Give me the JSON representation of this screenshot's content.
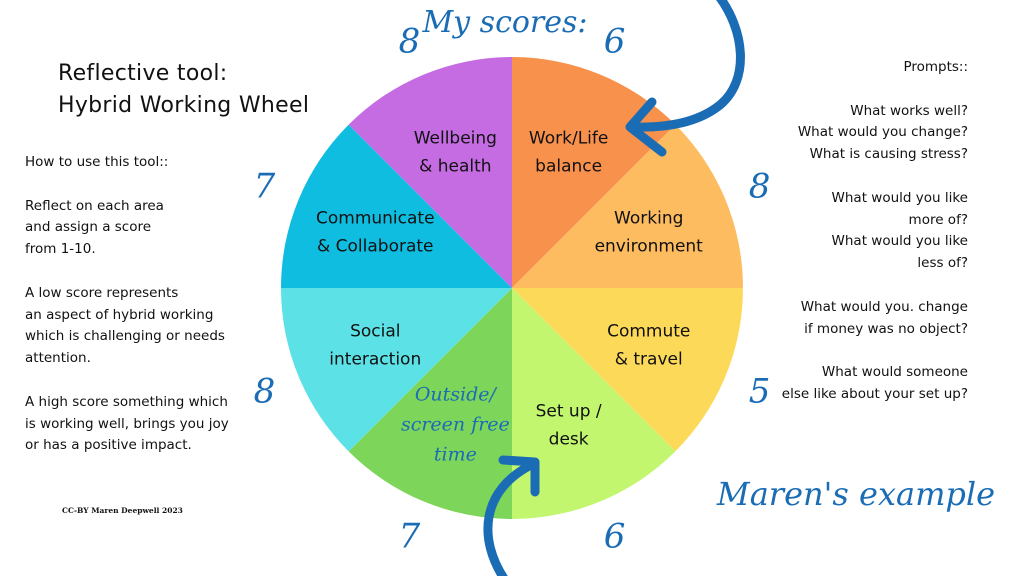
{
  "title": {
    "line1": "Reflective tool:",
    "line2": "Hybrid Working Wheel"
  },
  "how_to": {
    "heading": "How to use this tool::",
    "paragraphs": [
      [
        "Reflect on each area",
        "and assign a score",
        "from 1-10."
      ],
      [
        "A low score represents",
        "an aspect of hybrid working",
        "which is challenging or needs",
        "attention."
      ],
      [
        "A high score something which",
        "is working well, brings you joy",
        "or has a positive impact."
      ]
    ]
  },
  "credit": "CC-BY Maren Deepwell 2023",
  "prompts": {
    "heading": "Prompts::",
    "groups": [
      [
        "What works well?",
        "What would you change?",
        "What is causing stress?"
      ],
      [
        "What would you like",
        "more of?",
        "What would you like",
        "less of?"
      ],
      [
        "What would you. change",
        "if money was no object?"
      ],
      [
        "What  would someone",
        "else like about your set up?"
      ]
    ]
  },
  "my_scores_label": "My scores:",
  "example_label": "Maren's example",
  "wheel": {
    "segments": [
      {
        "label": [
          "Work/Life",
          "balance"
        ],
        "color": "#f8914c",
        "score": "6",
        "handwritten": false
      },
      {
        "label": [
          "Working",
          "environment"
        ],
        "color": "#fdbc5f",
        "score": "8",
        "handwritten": false
      },
      {
        "label": [
          "Commute",
          "& travel"
        ],
        "color": "#fdd95a",
        "score": "5",
        "handwritten": false
      },
      {
        "label": [
          "Set up /",
          "desk"
        ],
        "color": "#c2f66e",
        "score": "6",
        "handwritten": false
      },
      {
        "label": [
          "Outside/",
          "screen free",
          "time"
        ],
        "color": "#7dd65a",
        "score": "7",
        "handwritten": true
      },
      {
        "label": [
          "Social",
          "interaction"
        ],
        "color": "#5ce1e6",
        "score": "8",
        "handwritten": false
      },
      {
        "label": [
          "Communicate",
          "& Collaborate"
        ],
        "color": "#0fbde0",
        "score": "7",
        "handwritten": false
      },
      {
        "label": [
          "Wellbeing",
          "& health"
        ],
        "color": "#c56ce3",
        "score": "8",
        "handwritten": false
      }
    ]
  },
  "accent_color": "#1a6cb5"
}
